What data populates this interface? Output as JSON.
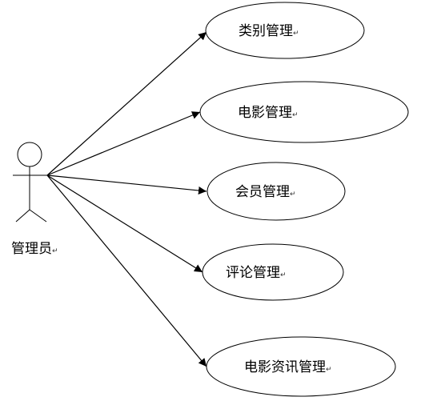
{
  "actor": {
    "label": "管理员",
    "icon": "stick-figure-actor-icon"
  },
  "use_cases": [
    {
      "id": "category",
      "label": "类别管理"
    },
    {
      "id": "movie",
      "label": "电影管理"
    },
    {
      "id": "member",
      "label": "会员管理"
    },
    {
      "id": "comment",
      "label": "评论管理"
    },
    {
      "id": "movie-news",
      "label": "电影资讯管理"
    }
  ],
  "paragraph_mark": "↵",
  "colors": {
    "stroke": "#000000",
    "background": "#ffffff"
  }
}
